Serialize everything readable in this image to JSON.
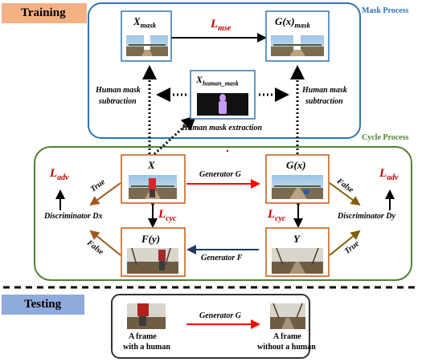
{
  "sections": {
    "training": "Training",
    "testing": "Testing",
    "mask_process": "Mask Process",
    "cycle_process": "Cycle Process"
  },
  "nodes": {
    "x_mask": {
      "base": "X",
      "sub": "mask"
    },
    "gx_mask": {
      "base": "G(x)",
      "sub": "mask"
    },
    "x_human_mask": {
      "base": "X",
      "sub": "human_mask"
    },
    "x": {
      "base": "X"
    },
    "gx": {
      "base": "G(x)"
    },
    "fy": {
      "base": "F(y)"
    },
    "y": {
      "base": "Y"
    }
  },
  "losses": {
    "mse": {
      "base": "L",
      "sub": "mse"
    },
    "adv_left": {
      "base": "L",
      "sub": "adv"
    },
    "adv_right": {
      "base": "L",
      "sub": "adv"
    },
    "cyc_left": {
      "base": "L",
      "sub": "cyc"
    },
    "cyc_right": {
      "base": "L",
      "sub": "cyc"
    }
  },
  "labels": {
    "subtraction_left_1": "Human mask",
    "subtraction_left_2": "subtraction",
    "subtraction_right_1": "Human mask",
    "subtraction_right_2": "subtraction",
    "extraction": "Human mask extraction",
    "generator_g": "Generator G",
    "generator_f": "Generator F",
    "generator_g_test": "Generator G",
    "discriminator_dx": "Discriminator Dx",
    "discriminator_dy": "Discriminator Dy",
    "true_upper_left": "True",
    "false_lower_left": "False",
    "false_upper_right": "False",
    "true_lower_right": "True"
  },
  "testing": {
    "input_1": "A frame",
    "input_2": "with a human",
    "output_1": "A frame",
    "output_2": "without a human"
  },
  "colors": {
    "training_tag": "#F4B183",
    "testing_tag": "#8FAADC",
    "mask_process": "#2E75B6",
    "cycle_process": "#538135",
    "loss_red": "#C00000",
    "generator_g_arrow": "#FF0000",
    "generator_f_arrow": "#1F3864",
    "true_false_arrow": "#A0581C",
    "image_border_blue": "#2E75B6",
    "image_border_orange": "#C55A11"
  }
}
